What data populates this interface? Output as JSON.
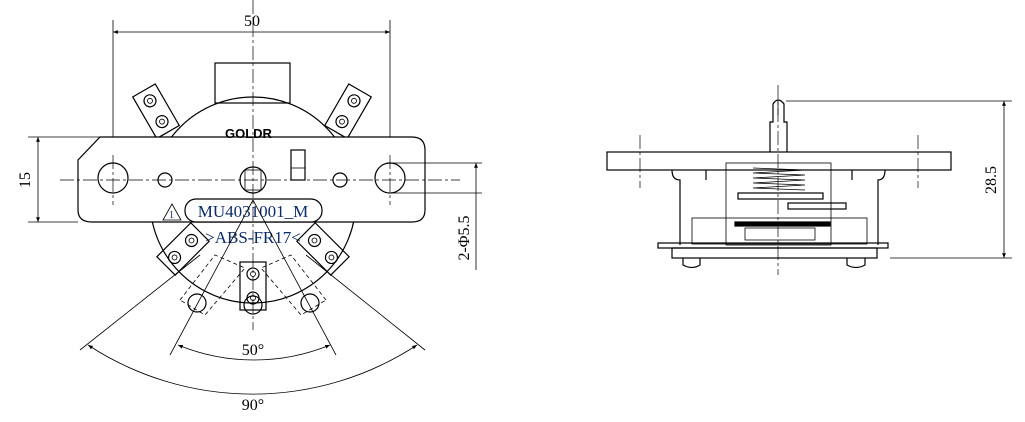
{
  "front_view": {
    "logo": "GOLDR",
    "part_number": "MU4031001_M",
    "material": ">ABS-FR17<",
    "revision_mark": "1",
    "dimensions": {
      "width": "50",
      "height": "15",
      "mount_holes": "2-Φ5.5",
      "step_angle": "50°",
      "total_angle": "90°"
    }
  },
  "side_view": {
    "dimensions": {
      "overall_height": "28.5"
    }
  }
}
